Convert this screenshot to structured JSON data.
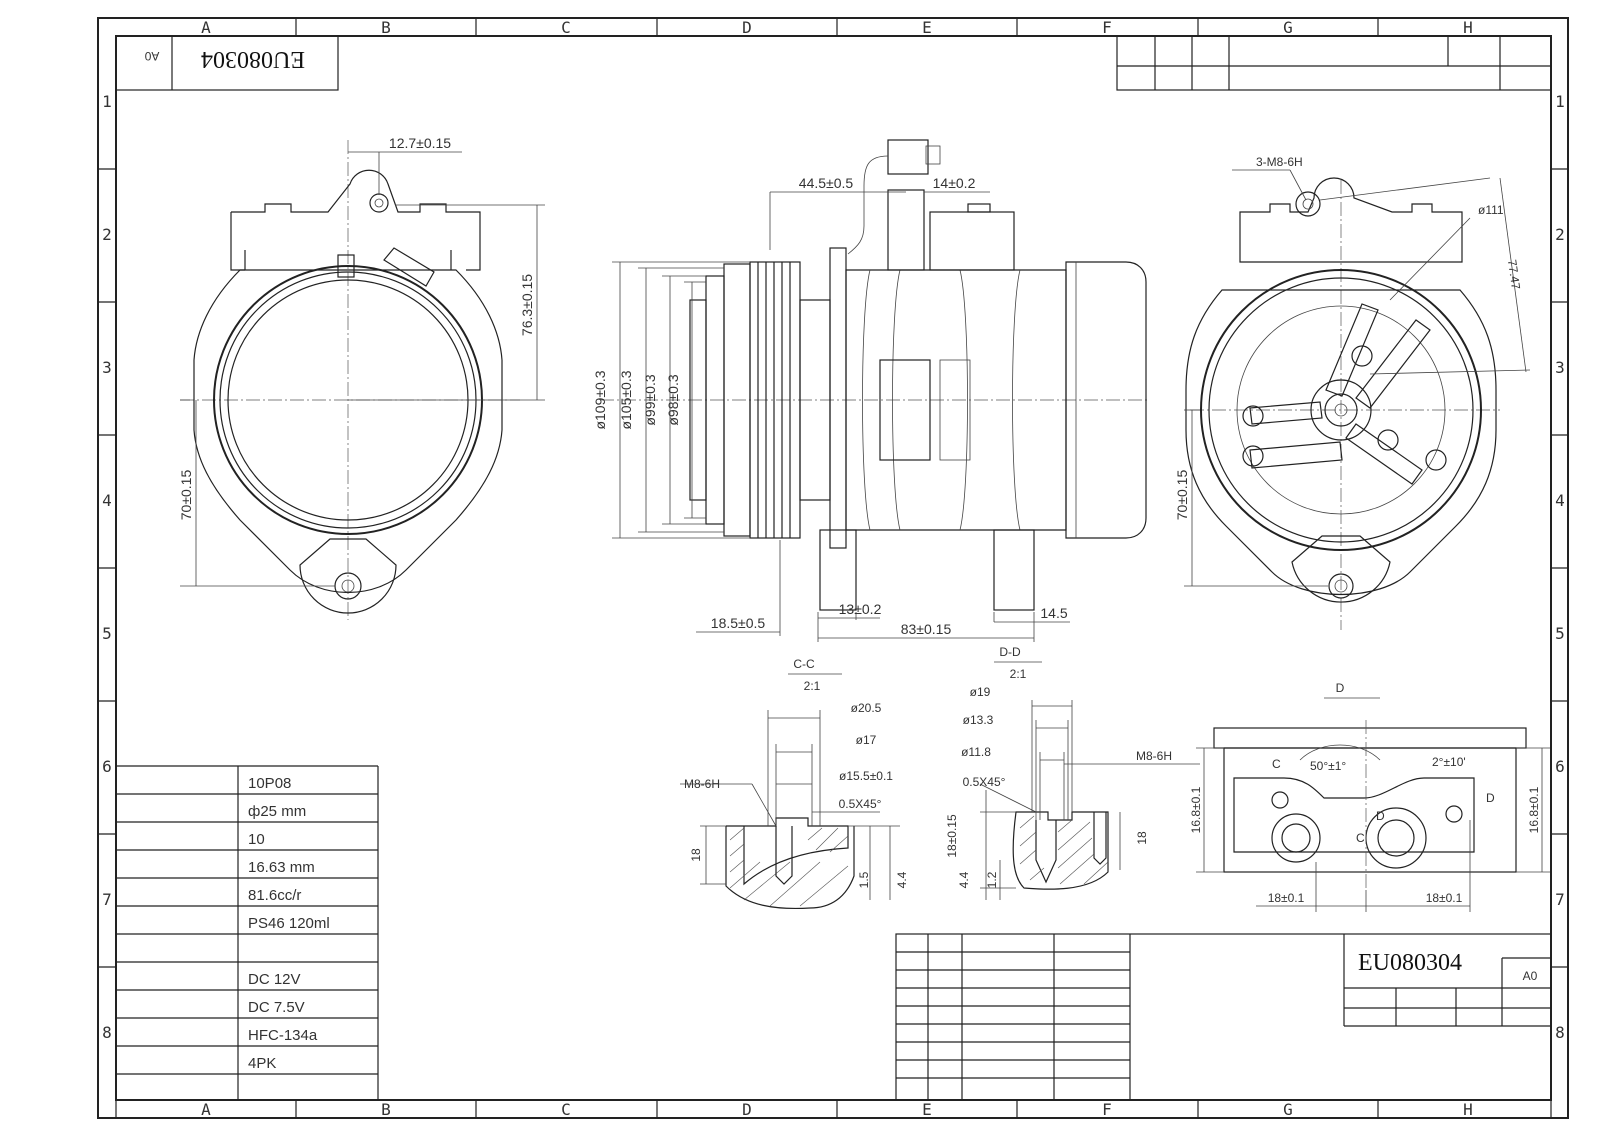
{
  "drawing": {
    "number": "EU080304",
    "mirrored_number": "EU080304",
    "revision": "A0",
    "mirrored_revision": "A0",
    "zone_cols": [
      "A",
      "B",
      "C",
      "D",
      "E",
      "F",
      "G",
      "H"
    ],
    "zone_rows": [
      "1",
      "2",
      "3",
      "4",
      "5",
      "6",
      "7",
      "8"
    ]
  },
  "front_view": {
    "dims": [
      "12.7±0.15",
      "76.3±0.15",
      "70±0.15"
    ]
  },
  "side_view": {
    "dims": [
      "44.5±0.5",
      "14±0.2",
      "ø109±0.3",
      "ø105±0.3",
      "ø99±0.3",
      "ø98±0.3",
      "18.5±0.5",
      "13±0.2",
      "83±0.15",
      "14.5"
    ]
  },
  "rear_view": {
    "thread_label": "3-M8-6H",
    "dims": [
      "ø111",
      "77.47",
      "70±0.15"
    ]
  },
  "section_cc": {
    "title": "C-C",
    "scale": "2:1",
    "thread": "M8-6H",
    "chamfer": "0.5X45°",
    "dims": [
      "ø20.5",
      "ø17",
      "ø15.5±0.1",
      "18",
      "1.5",
      "4.4"
    ]
  },
  "section_dd": {
    "title": "D-D",
    "scale": "2:1",
    "thread": "M8-6H",
    "chamfer": "0.5X45°",
    "dims": [
      "ø19",
      "ø13.3",
      "ø11.8",
      "18±0.15",
      "4.4",
      "1.2",
      "18"
    ]
  },
  "view_d": {
    "title": "D",
    "angle1": "50°±1°",
    "angle2": "2°±10'",
    "dims": [
      "16.8±0.1",
      "16.8±0.1",
      "18±0.1",
      "18±0.1"
    ]
  },
  "specs": [
    "10P08",
    "ф25 mm",
    "10",
    "16.63 mm",
    "81.6cc/r",
    "PS46 120ml",
    "DC 12V",
    "DC 7.5V",
    "HFC-134a",
    "4PK"
  ]
}
